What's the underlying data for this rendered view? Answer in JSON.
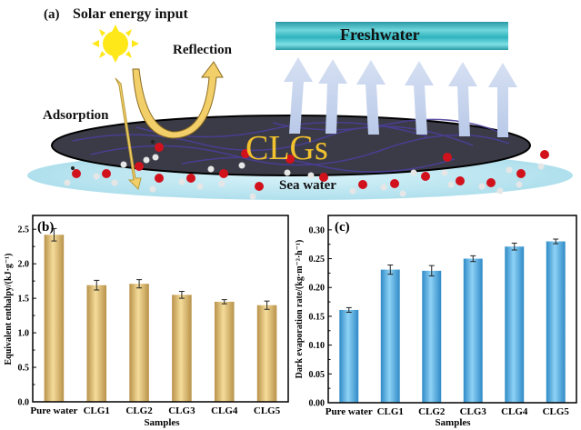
{
  "illustration": {
    "panel_label": "(a)",
    "solar_label": "Solar energy input",
    "reflection_label": "Reflection",
    "adsorption_label": "Adsorption",
    "freshwater_label": "Freshwater",
    "material_label": "CLGs",
    "seawater_label": "Sea water",
    "colors": {
      "sun": "#ffe81a",
      "arrow": "#f3cf6a",
      "vapor": "#c9d6ee",
      "freshwater": "#3cc0c8",
      "disk": "#2e2f3a",
      "seawater": "#bfe8f2",
      "material_text": "#f2c12e"
    }
  },
  "chart_data": [
    {
      "type": "bar",
      "panel_label": "(b)",
      "title": "",
      "xlabel": "Samples",
      "ylabel": "Equivalent enthalpy/(kJ·g⁻¹)",
      "categories": [
        "Pure water",
        "CLG1",
        "CLG2",
        "CLG3",
        "CLG4",
        "CLG5"
      ],
      "values": [
        2.42,
        1.69,
        1.71,
        1.55,
        1.45,
        1.4
      ],
      "errors": [
        0.09,
        0.07,
        0.06,
        0.05,
        0.03,
        0.06
      ],
      "ylim": [
        0,
        2.7
      ],
      "yticks": [
        0.0,
        0.5,
        1.0,
        1.5,
        2.0,
        2.5
      ],
      "ytick_labels": [
        "0.0",
        "0.5",
        "1.0",
        "1.5",
        "2.0",
        "2.5"
      ],
      "color": "#d9b76a",
      "grid": false,
      "legend": "none"
    },
    {
      "type": "bar",
      "panel_label": "(c)",
      "title": "",
      "xlabel": "Samples",
      "ylabel": "Dark evaporation rate/(kg·m⁻²·h⁻¹)",
      "categories": [
        "Pure water",
        "CLG1",
        "CLG2",
        "CLG3",
        "CLG4",
        "CLG5"
      ],
      "values": [
        0.161,
        0.231,
        0.229,
        0.25,
        0.271,
        0.28
      ],
      "errors": [
        0.004,
        0.008,
        0.009,
        0.005,
        0.006,
        0.004
      ],
      "ylim": [
        0,
        0.325
      ],
      "yticks": [
        0.0,
        0.05,
        0.1,
        0.15,
        0.2,
        0.25,
        0.3
      ],
      "ytick_labels": [
        "0.00",
        "0.05",
        "0.10",
        "0.15",
        "0.20",
        "0.25",
        "0.30"
      ],
      "color": "#5ab4e6",
      "grid": false,
      "legend": "none"
    }
  ]
}
